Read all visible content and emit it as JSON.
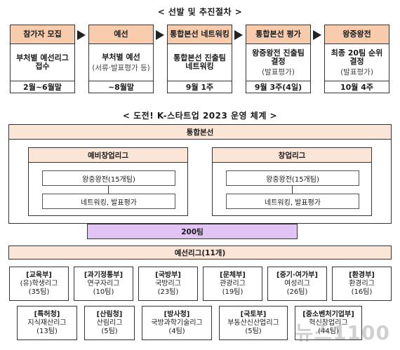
{
  "process": {
    "title": "< 선발 및 추진절차 >",
    "steps": [
      {
        "head": "참가자 모집",
        "body": "부처별 예선리그 접수",
        "sub": "",
        "period": "2월~6월말"
      },
      {
        "head": "예선",
        "body": "부처별 예선",
        "sub": "(서류·발표평가 등)",
        "period": "~8월말"
      },
      {
        "head": "통합본선 네트워킹",
        "body": "통합본선 진출팀 네트워킹",
        "sub": "",
        "period": "9월 1주"
      },
      {
        "head": "통합본선 평가",
        "body": "왕중왕전 진출팀 결정",
        "sub": "(발표평가)",
        "period": "9월 3주(4일)"
      },
      {
        "head": "왕중왕전",
        "body": "최종 20팀 순위 결정",
        "sub": "(발표평가)",
        "period": "10월 4주"
      }
    ]
  },
  "structure": {
    "title": "< 도전! K-스타트업 2023 운영 체계 >",
    "finals": "통합본선",
    "pre_league": {
      "name": "예비창업리그",
      "top": "왕중왕전(15개팀)",
      "bottom": "네트워킹, 발표평가"
    },
    "startup_league": {
      "name": "창업리그",
      "top": "왕중왕전(15개팀)",
      "bottom": "네트워킹, 발표평가"
    },
    "teams_200": "200팀",
    "prelims": "예선리그(11개)",
    "leagues_row1": [
      {
        "agency": "[교육부]",
        "name": "(유)학생리그",
        "teams": "(35팀)"
      },
      {
        "agency": "[과기정통부]",
        "name": "연구자리그",
        "teams": "(10팀)"
      },
      {
        "agency": "[국방부]",
        "name": "국방리그",
        "teams": "(23팀)"
      },
      {
        "agency": "[문체부]",
        "name": "관광리그",
        "teams": "(19팀)"
      },
      {
        "agency": "[중기·여가부]",
        "name": "여성리그",
        "teams": "(26팀)"
      },
      {
        "agency": "[환경부]",
        "name": "환경리그",
        "teams": "(16팀)"
      }
    ],
    "leagues_row2": [
      {
        "agency": "[특허청]",
        "name": "지식재산리그",
        "teams": "(13팀)"
      },
      {
        "agency": "[산림청]",
        "name": "산림리그",
        "teams": "(5팀)"
      },
      {
        "agency": "[방사청]",
        "name": "국방과학기술리그",
        "teams": "(4팀)"
      },
      {
        "agency": "[국토부]",
        "name": "부동산신산업리그",
        "teams": "(5팀)"
      },
      {
        "agency": "[중소벤처기업부]",
        "name": "혁신창업리그",
        "teams": "(44팀)"
      }
    ]
  },
  "watermark": "뉴스1100"
}
